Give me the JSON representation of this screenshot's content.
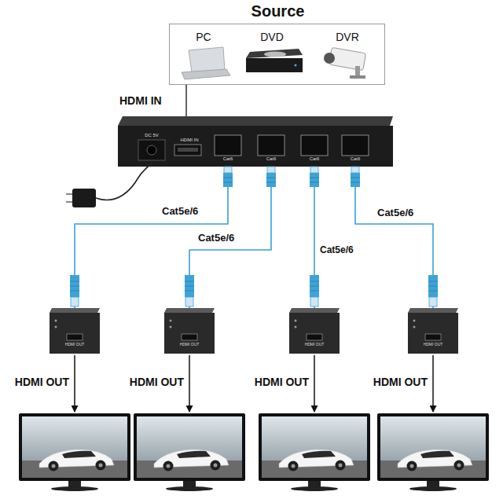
{
  "diagram": {
    "nodes": [
      {
        "text": [
          "Source"
        ]
      },
      {
        "text": [
          "PC"
        ],
        "in": 0
      },
      {
        "text": [
          "DVD"
        ],
        "in": 0
      },
      {
        "text": [
          "DVR"
        ],
        "in": 0
      },
      {
        "text": [
          "DC 5V",
          "HDMI IN",
          "Cat6",
          "Cat6",
          "Cat6",
          "Cat6"
        ]
      },
      {
        "text": [
          "HDMI OUT"
        ]
      },
      {
        "text": [
          "HDMI OUT"
        ]
      },
      {
        "text": [
          "HDMI OUT"
        ]
      },
      {
        "text": [
          "HDMI OUT"
        ]
      }
    ],
    "edges": [
      {
        "from": 0,
        "to": 4,
        "label": "HDMI IN",
        "arrow": "none"
      },
      {
        "from": 4,
        "to": 5,
        "label": "Cat5e/6",
        "arrow": "none"
      },
      {
        "from": 4,
        "to": 6,
        "label": "Cat5e/6",
        "arrow": "none"
      },
      {
        "from": 4,
        "to": 7,
        "label": "Cat5e/6",
        "arrow": "none"
      },
      {
        "from": 4,
        "to": 8,
        "label": "Cat5e/6",
        "arrow": "none"
      }
    ],
    "labels": [
      "HDMI OUT",
      "HDMI OUT",
      "HDMI OUT",
      "HDMI OUT"
    ]
  }
}
